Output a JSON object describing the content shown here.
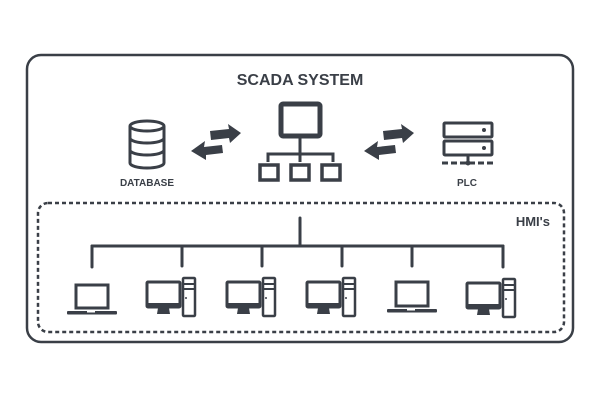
{
  "diagram": {
    "title": "SCADA SYSTEM",
    "colors": {
      "stroke": "#3a3f47",
      "background": "#ffffff"
    },
    "nodes": {
      "database": {
        "label": "DATABASE",
        "icon": "database-icon"
      },
      "server": {
        "label": "",
        "icon": "network-hierarchy-icon"
      },
      "plc": {
        "label": "PLC",
        "icon": "server-rack-icon"
      }
    },
    "links": [
      {
        "from": "database",
        "to": "server",
        "type": "bidirectional",
        "icon": "exchange-arrows-icon"
      },
      {
        "from": "server",
        "to": "plc",
        "type": "bidirectional",
        "icon": "exchange-arrows-icon"
      }
    ],
    "hmi_group": {
      "label": "HMI's",
      "devices": [
        {
          "type": "laptop",
          "icon": "laptop-icon"
        },
        {
          "type": "desktop",
          "icon": "desktop-computer-icon"
        },
        {
          "type": "desktop",
          "icon": "desktop-computer-icon"
        },
        {
          "type": "desktop",
          "icon": "desktop-computer-icon"
        },
        {
          "type": "laptop",
          "icon": "laptop-icon"
        },
        {
          "type": "desktop",
          "icon": "desktop-computer-icon"
        }
      ]
    }
  }
}
